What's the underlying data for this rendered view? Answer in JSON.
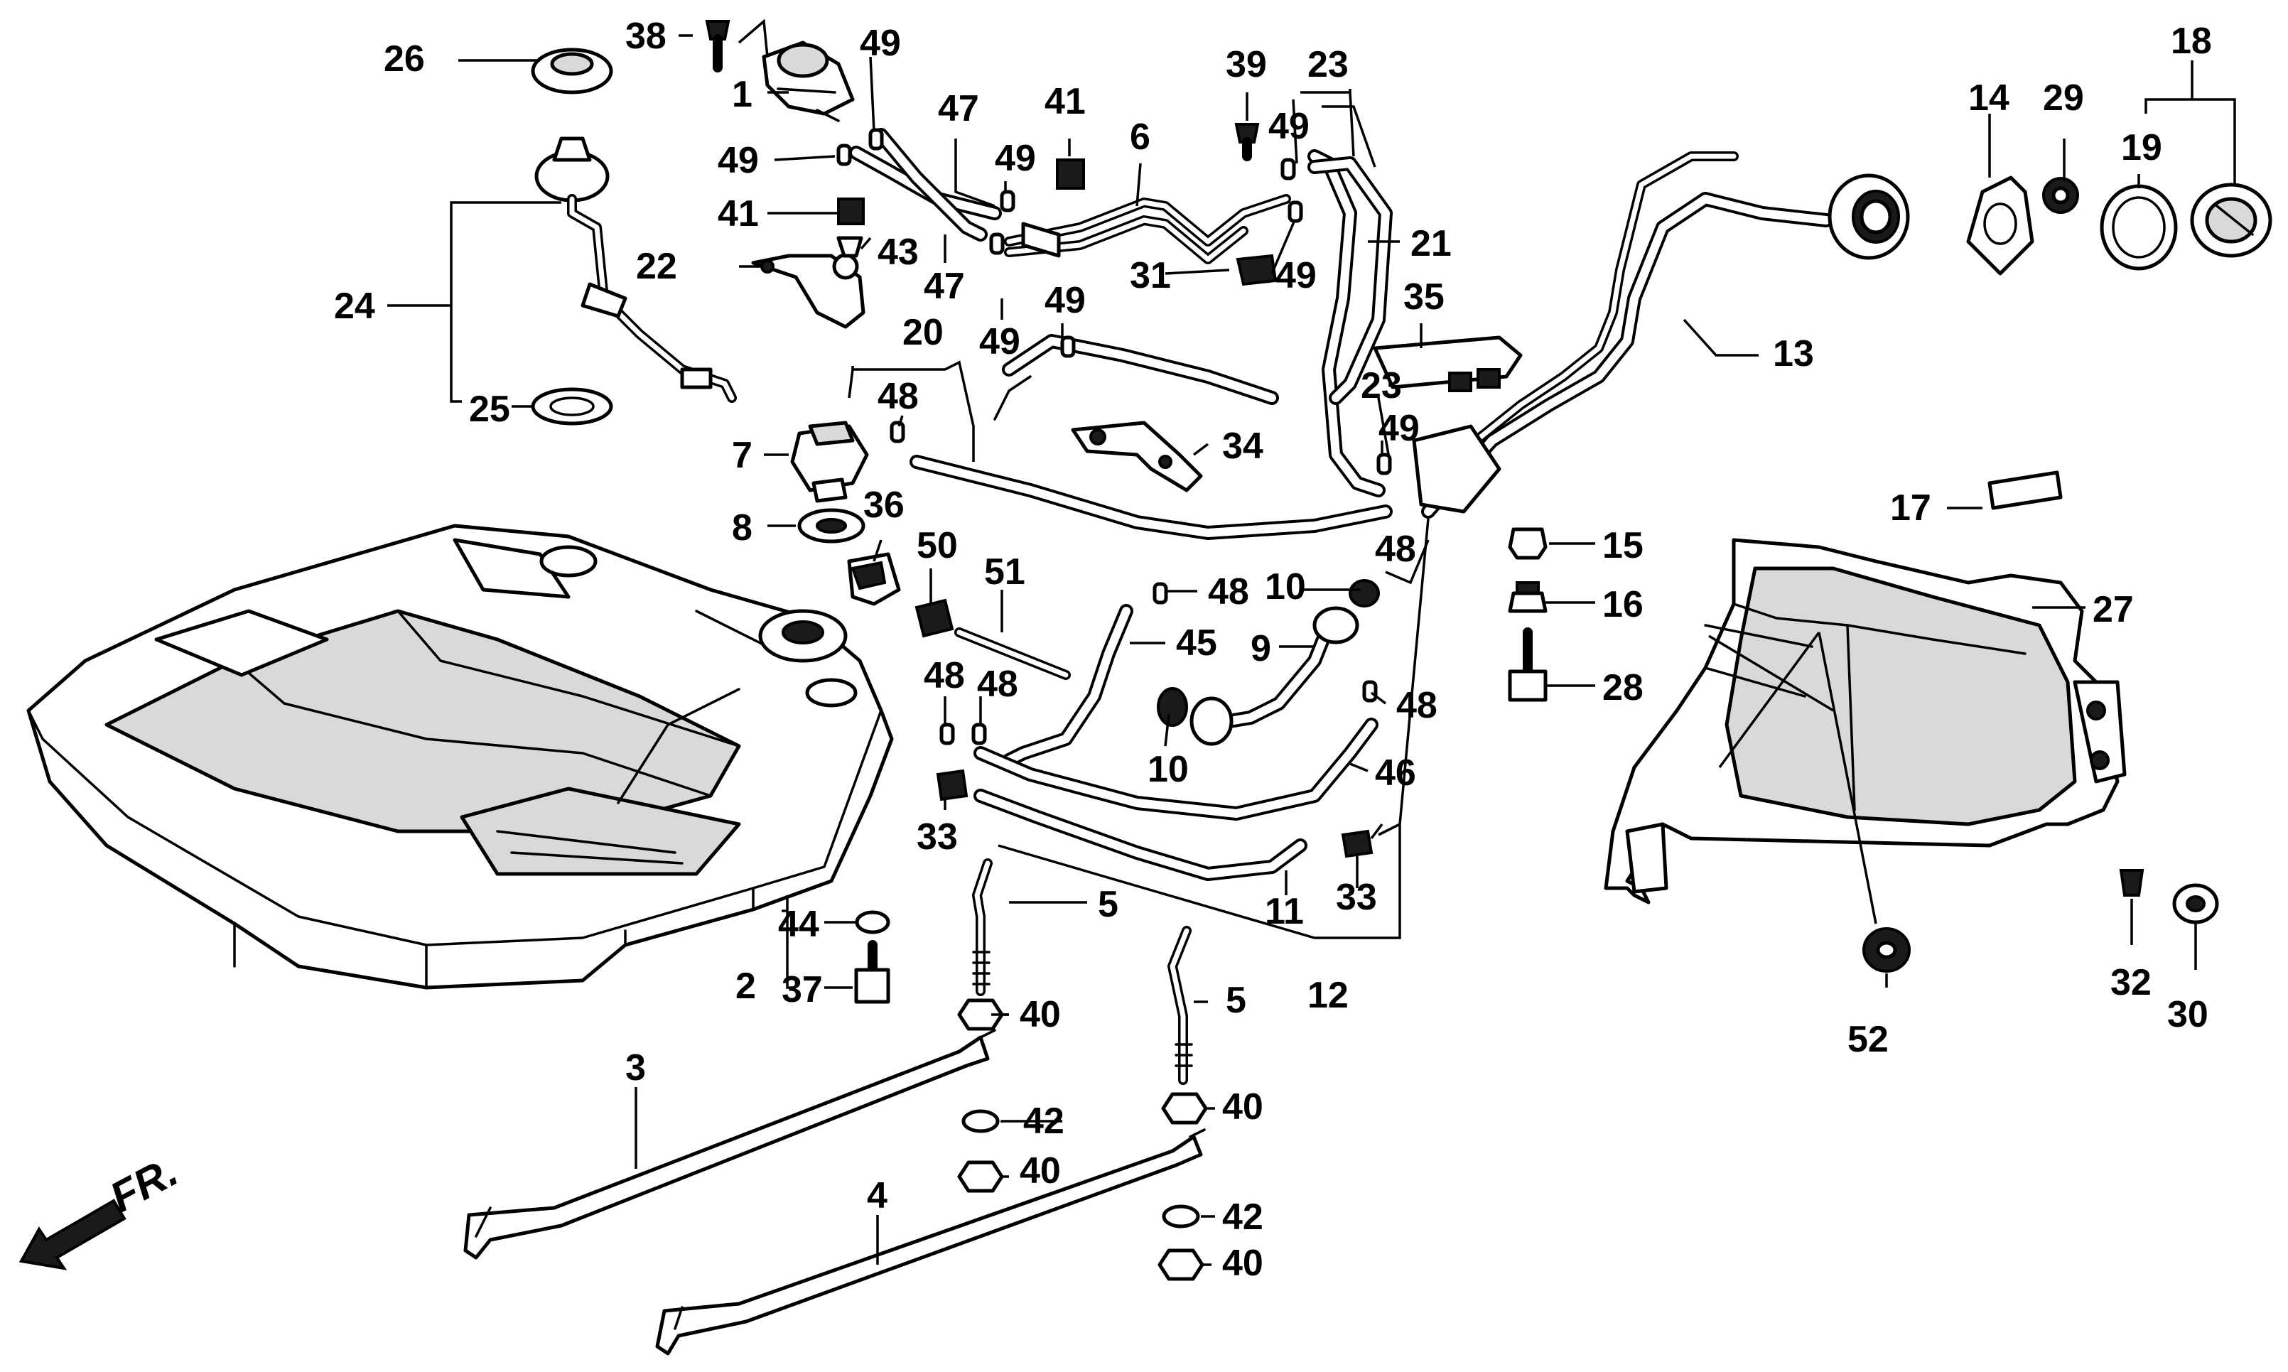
{
  "diagram": {
    "callouts": {
      "c1": "1",
      "c2": "2",
      "c3": "3",
      "c4": "4",
      "c5a": "5",
      "c5b": "5",
      "c6": "6",
      "c7": "7",
      "c8": "8",
      "c9": "9",
      "c10a": "10",
      "c10b": "10",
      "c11": "11",
      "c12": "12",
      "c13": "13",
      "c14": "14",
      "c15": "15",
      "c16": "16",
      "c17": "17",
      "c18": "18",
      "c19": "19",
      "c20": "20",
      "c21": "21",
      "c22": "22",
      "c23a": "23",
      "c23b": "23",
      "c24": "24",
      "c25": "25",
      "c26": "26",
      "c27": "27",
      "c28": "28",
      "c29": "29",
      "c30": "30",
      "c31": "31",
      "c32": "32",
      "c33a": "33",
      "c33b": "33",
      "c34": "34",
      "c35": "35",
      "c36": "36",
      "c37": "37",
      "c38": "38",
      "c39": "39",
      "c40a": "40",
      "c40b": "40",
      "c40c": "40",
      "c40d": "40",
      "c41a": "41",
      "c41b": "41",
      "c42a": "42",
      "c42b": "42",
      "c43": "43",
      "c44": "44",
      "c45": "45",
      "c46": "46",
      "c47a": "47",
      "c47b": "47",
      "c48a": "48",
      "c48b": "48",
      "c48c": "48",
      "c48d": "48",
      "c48e": "48",
      "c48f": "48",
      "c49a": "49",
      "c49b": "49",
      "c49c": "49",
      "c49d": "49",
      "c49e": "49",
      "c49f": "49",
      "c49g": "49",
      "c49h": "49",
      "c50": "50",
      "c51": "51",
      "c52": "52"
    },
    "direction_label": "FR."
  }
}
